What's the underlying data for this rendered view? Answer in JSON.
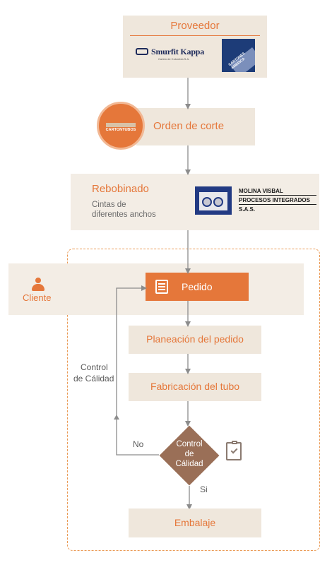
{
  "proveedor": {
    "title": "Proveedor",
    "logo_smurfit": "Smurfit Kappa",
    "logo_smurfit_sub": "Cartón de Colombia S.A.",
    "logo_cartones": "CARTONES AMERICA"
  },
  "orden": {
    "title": "Orden de corte",
    "badge_logo": "CARTONTUBOS"
  },
  "rebobinado": {
    "title": "Rebobinado",
    "desc_line1": "Cintas de",
    "desc_line2": "diferentes anchos",
    "logo_line1": "MOLINA VISBAL",
    "logo_line2": "PROCESOS INTEGRADOS",
    "logo_line3": "S.A.S."
  },
  "cliente": {
    "label": "Cliente",
    "icon": "person-icon"
  },
  "pedido": {
    "label": "Pedido",
    "icon": "clipboard-edit-icon"
  },
  "planeacion": {
    "label": "Planeación del pedido"
  },
  "fabricacion": {
    "label": "Fabricación del tubo"
  },
  "decision": {
    "line1": "Control",
    "line2": "de",
    "line3": "Cálidad",
    "no_label": "No",
    "si_label": "Si",
    "side_line1": "Control",
    "side_line2": "de Cálidad",
    "icon": "clipboard-check-icon"
  },
  "embalaje": {
    "label": "Embalaje"
  },
  "colors": {
    "accent": "#e5773a",
    "box_fill": "#efe7dc",
    "decision_fill": "#9a6f57",
    "connector": "#8c8c8c"
  }
}
